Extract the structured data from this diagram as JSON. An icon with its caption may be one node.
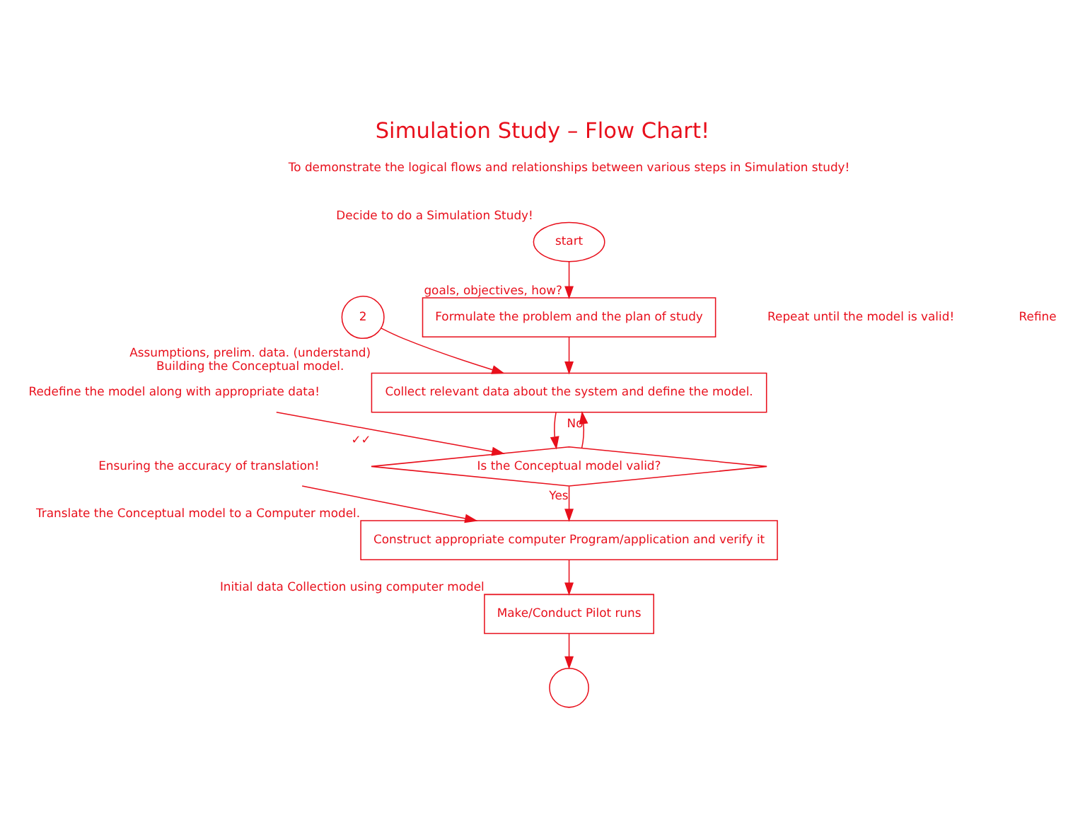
{
  "diagram": {
    "title": "Simulation Study – Flow Chart!",
    "nodes": [
      {
        "text": [
          "start"
        ],
        "beside": [
          "Decide to do a Simulation Study!"
        ]
      },
      {
        "text": [
          "Formulate the problem and the plan of study"
        ],
        "beside": [
          "goals, objectives, how?"
        ]
      },
      {
        "text": [
          "Collect relevant data about the system and define the model."
        ],
        "beside": [
          "Assumptions, prelim. data. (understand)",
          "Building the Conceptual model."
        ]
      },
      {
        "text": [
          "Is the Conceptual model valid?"
        ],
        "beside": [
          "✓✓"
        ]
      },
      {
        "text": [
          "Construct appropriate computer Program/application and verify it"
        ],
        "beside": [
          "Translate the Conceptual model to a Computer model."
        ]
      },
      {
        "text": [
          "Make/Conduct Pilot runs"
        ],
        "beside": [
          "Initial data Collection using computer model"
        ]
      },
      {
        "text": [
          "2"
        ]
      },
      {
        "text": [
          "Ensuring the accuracy of translation!"
        ]
      },
      {
        "text": [],
        "shape": "circle"
      },
      {
        "text": [
          "Redefine the model along with appropriate data!"
        ]
      }
    ],
    "edges": [
      {
        "from": 0,
        "to": 1,
        "arrow": "to"
      },
      {
        "from": 1,
        "to": 2,
        "arrow": "to"
      },
      {
        "from": 2,
        "to": 3,
        "arrow": "to"
      },
      {
        "from": 3,
        "to": 2,
        "arrow": "to",
        "label": "No"
      },
      {
        "from": 3,
        "to": 4,
        "arrow": "to",
        "label": "Yes"
      },
      {
        "from": 4,
        "to": 5,
        "arrow": "to"
      },
      {
        "from": 5,
        "to": 8,
        "arrow": "to"
      },
      {
        "from": 6,
        "to": 2,
        "arrow": "to"
      },
      {
        "from": 7,
        "to": 4,
        "arrow": "to"
      },
      {
        "from": 9,
        "to": 3,
        "arrow": "to"
      }
    ],
    "labels": [
      "To demonstrate the logical flows and relationships between various steps in Simulation study!",
      "Repeat until the model is valid!",
      "Refine"
    ]
  }
}
